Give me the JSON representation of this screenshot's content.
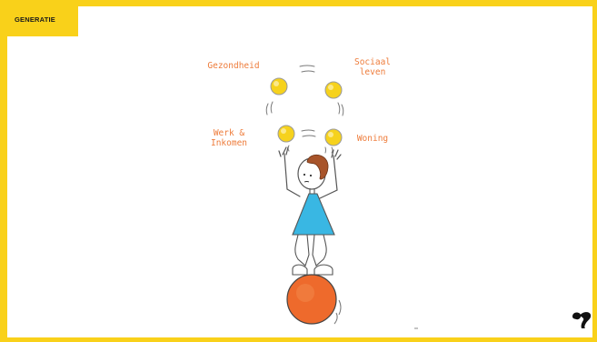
{
  "slide": {
    "tag_label": "GENERATIE",
    "labels": {
      "gezondheid": "Gezondheid",
      "sociaal": "Sociaal\nleven",
      "werk": "Werk &\nInkomen",
      "woning": "Woning"
    }
  },
  "colors": {
    "frame": "#f9d11a",
    "label": "#ee7c3b",
    "ball_yellow": "#f6d21d",
    "dress": "#39b7e3",
    "hair": "#a8542a",
    "big_ball": "#ee6a2c"
  },
  "icons": {
    "logo": "brand-logo-icon"
  }
}
